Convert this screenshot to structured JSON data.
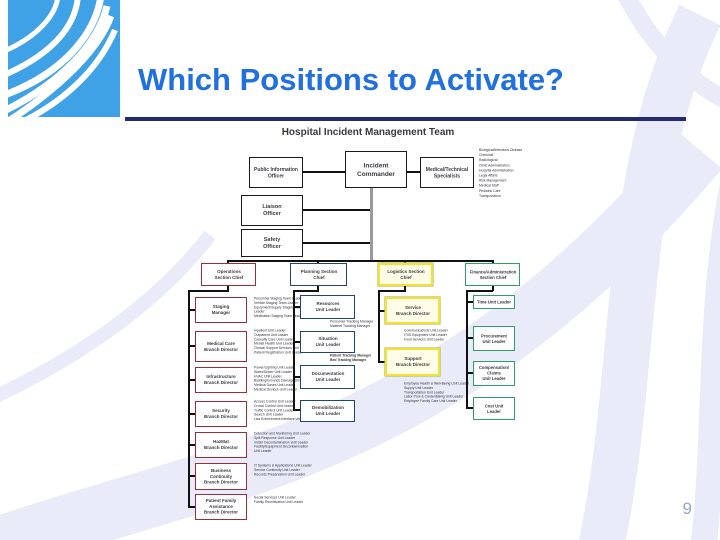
{
  "slide": {
    "title": "Which Positions to Activate?",
    "page_number": "9",
    "accent_colors": {
      "title_blue": "#2170e0",
      "underline_navy": "#232a70",
      "logo_blue": "#3fa2e6",
      "operations_red": "#9b2d39",
      "planning_navy": "#24436b",
      "logistics_yellow": "#f0e332",
      "finance_green": "#2f9e68"
    }
  },
  "org_chart": {
    "title": "Hospital Incident Management Team",
    "incident_commander": "Incident\nCommander",
    "public_information_officer": "Public Information\nOfficer",
    "medical_technical_specialists": "Medical/Technical\nSpecialists",
    "liaison_officer": "Liaison\nOfficer",
    "safety_officer": "Safety\nOfficer",
    "specialists_list": [
      "Biological/Infectious Disease",
      "Chemical",
      "Radiological",
      "Clinic Administration",
      "Hospital Administration",
      "Legal Affairs",
      "Risk Management",
      "Medical Staff",
      "Pediatric Care",
      "Transportation"
    ],
    "operations": {
      "chief": "Operations\nSection Chief",
      "units": [
        {
          "label": "Staging\nManager",
          "side": [
            "Personnel Staging Team Leader",
            "Vehicle Staging Team Leader",
            "Equipment/Supply Staging Team Leader",
            "Medication Staging Team Leader"
          ]
        },
        {
          "label": "Medical Care\nBranch Director",
          "side": [
            "Inpatient Unit Leader",
            "Outpatient Unit Leader",
            "Casualty Care Unit Leader",
            "Mental Health Unit Leader",
            "Clinical Support Services Unit Leader",
            "Patient Registration Unit Leader"
          ]
        },
        {
          "label": "Infrastructure\nBranch Director",
          "side": [
            "Power/Lighting Unit Leader",
            "Water/Sewer Unit Leader",
            "HVAC Unit Leader",
            "Building/Grounds Damage Unit Leader",
            "Medical Gases Unit Leader",
            "Medical Devices Unit Leader"
          ]
        },
        {
          "label": "Security\nBranch Director",
          "side": [
            "Access Control Unit Leader",
            "Crowd Control Unit Leader",
            "Traffic Control Unit Leader",
            "Search Unit Leader",
            "Law Enforcement Interface Unit Leader"
          ]
        },
        {
          "label": "HazMat\nBranch Director",
          "side": [
            "Detection and Monitoring Unit Leader",
            "Spill Response Unit Leader",
            "Victim Decontamination Unit Leader",
            "Facility/Equipment Decontamination Unit Leader"
          ]
        },
        {
          "label": "Business\nContinuity\nBranch Director",
          "side": [
            "IT Systems & Applications Unit Leader",
            "Service Continuity Unit Leader",
            "Records Preservation Unit Leader"
          ]
        },
        {
          "label": "Patient Family\nAssistance\nBranch Director",
          "side": [
            "Social Services Unit Leader",
            "Family Reunification Unit Leader"
          ]
        }
      ]
    },
    "planning": {
      "chief": "Planning Section\nChief",
      "units": [
        {
          "label": "Resources\nUnit Leader"
        },
        {
          "label": "Situation\nUnit Leader"
        },
        {
          "label": "Documentation\nUnit Leader"
        },
        {
          "label": "Demobilization\nUnit Leader"
        }
      ],
      "tracking_managers_1": [
        "Personnel Tracking Manager",
        "Materiel Tracking Manager"
      ],
      "tracking_managers_2": [
        "Patient Tracking Manager",
        "Bed Tracking Manager"
      ]
    },
    "logistics": {
      "chief": "Logistics Section\nChief",
      "units": [
        {
          "label": "Service\nBranch Director",
          "side": [
            "Communications Unit Leader",
            "IT/IS Equipment Unit Leader",
            "Food Services Unit Leader"
          ]
        },
        {
          "label": "Support\nBranch Director",
          "side": [
            "Employee Health & Well-Being Unit Leader",
            "Supply Unit Leader",
            "Transportation Unit Leader",
            "Labor Pool & Credentialing Unit Leader",
            "Employee Family Care Unit Leader"
          ]
        }
      ]
    },
    "finance": {
      "chief": "Finance/Administration\nSection Chief",
      "units": [
        {
          "label": "Time Unit Leader"
        },
        {
          "label": "Procurement\nUnit Leader"
        },
        {
          "label": "Compensation/\nClaims\nUnit Leader"
        },
        {
          "label": "Cost Unit\nLeader"
        }
      ]
    }
  }
}
